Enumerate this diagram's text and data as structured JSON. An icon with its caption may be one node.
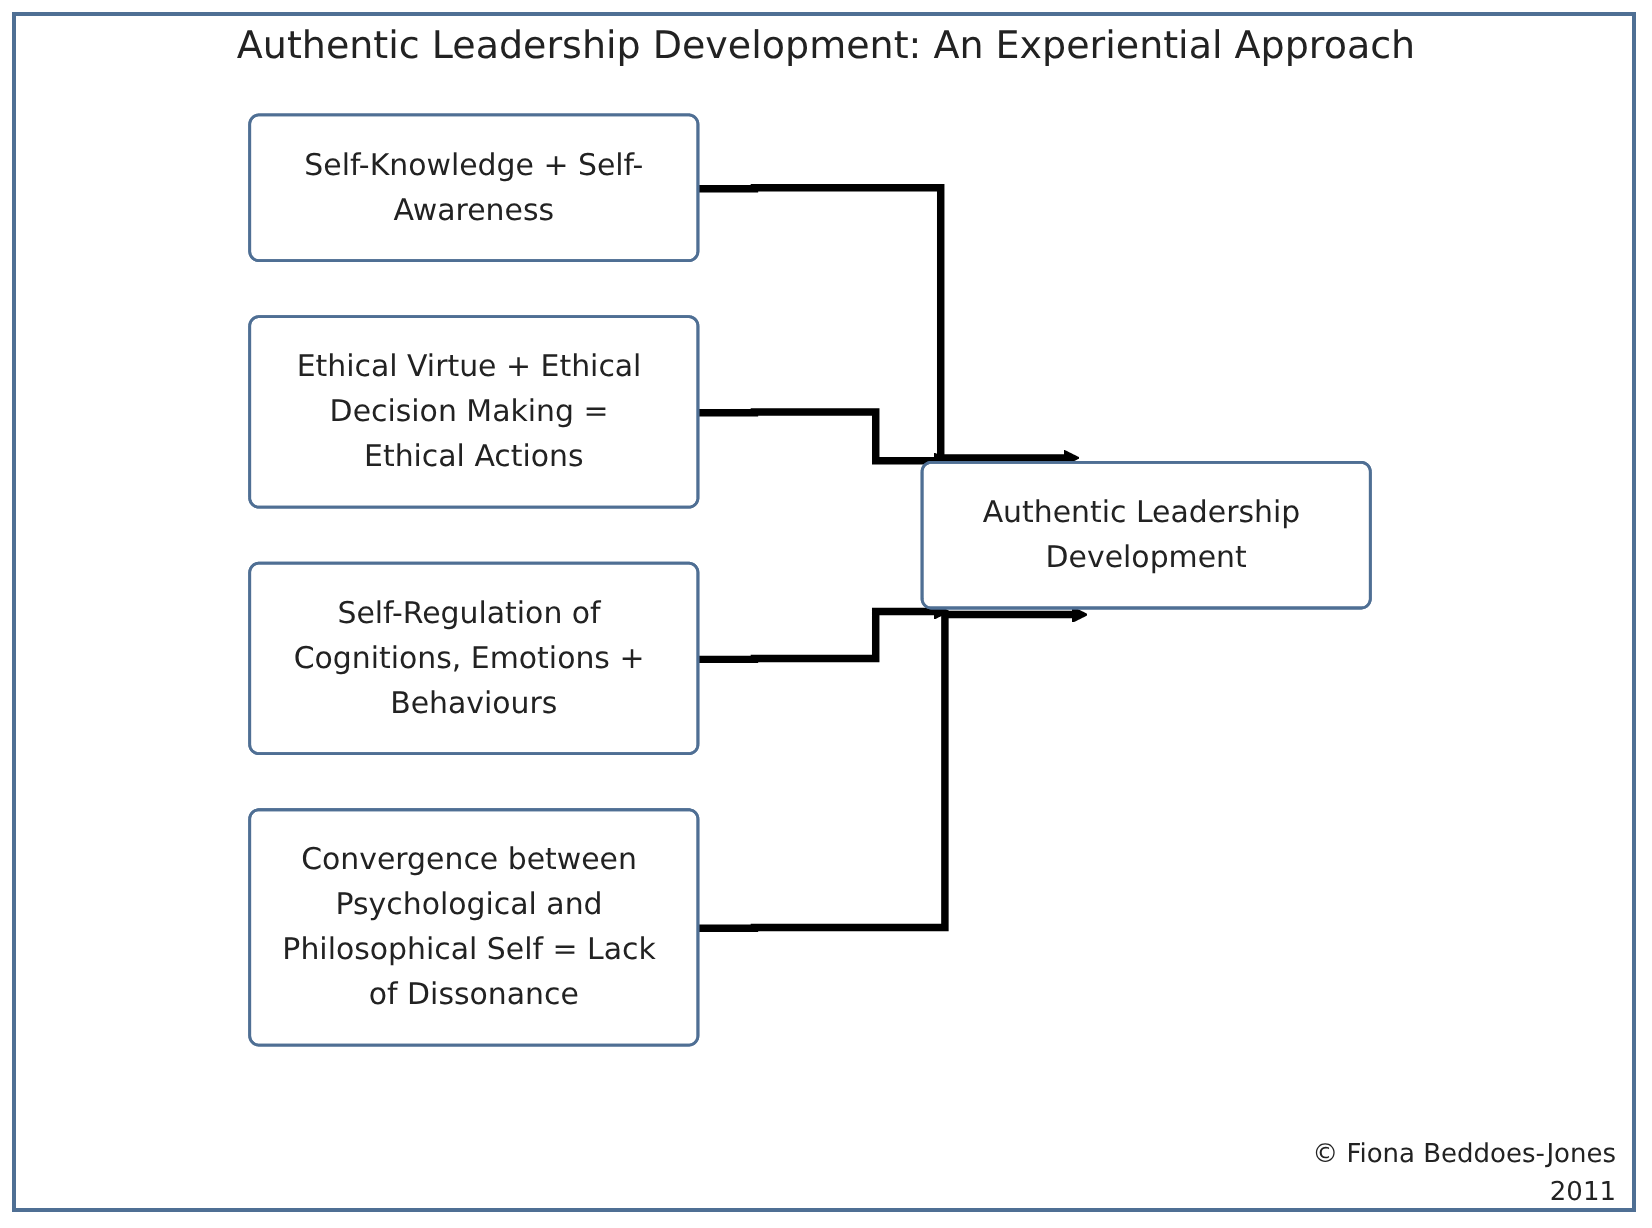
{
  "diagram": {
    "title": "Authentic Leadership Development: An Experiential Approach",
    "nodes": [
      {
        "text": [
          "Self-Knowledge + Self-Awareness"
        ]
      },
      {
        "text": [
          "Ethical Virtue + Ethical Decision Making = Ethical Actions"
        ]
      },
      {
        "text": [
          "Self-Regulation of Cognitions, Emotions + Behaviours"
        ]
      },
      {
        "text": [
          "Convergence between Psychological and Philosophical Self = Lack of Dissonance"
        ]
      },
      {
        "text": [
          "Authentic Leadership Development"
        ]
      }
    ],
    "edges": [
      {
        "from": 0,
        "to": 4,
        "arrow": "to"
      },
      {
        "from": 1,
        "to": 4,
        "arrow": "to"
      },
      {
        "from": 2,
        "to": 4,
        "arrow": "to"
      },
      {
        "from": 3,
        "to": 4,
        "arrow": "to"
      }
    ],
    "labels": [
      "© Fiona Beddoes-Jones",
      "2011"
    ]
  }
}
